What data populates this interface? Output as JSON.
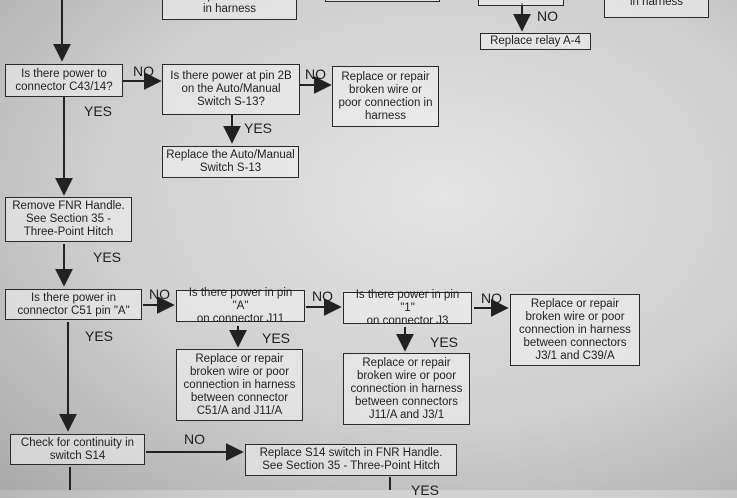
{
  "boxes": {
    "top_partial_left": "wire or poor connection\nin harness",
    "top_partial_right": "in harness",
    "replace_relay": "Replace relay A-4",
    "power_c43": "Is there power to\nconnector C43/14?",
    "power_pin_2b": "Is there power at pin 2B\non the Auto/Manual\nSwitch S-13?",
    "repair_harness_1": "Replace or repair\nbroken wire or\npoor connection in\nharness",
    "replace_auto_manual": "Replace the Auto/Manual\nSwitch S-13",
    "remove_fnr": "Remove FNR Handle.\nSee Section 35 -\nThree-Point Hitch",
    "power_c51": "Is there power in\nconnector C51 pin \"A\"",
    "power_pin_a_j11": "Is there power in pin \"A\"\non connector J11",
    "power_pin_1_j3": "Is there power in pin \"1\"\non connector J3",
    "repair_j3_c39": "Replace or repair\nbroken wire or poor\nconnection in harness\nbetween connectors\nJ3/1 and C39/A",
    "repair_c51_j11": "Replace or repair\nbroken wire or poor\nconnection in harness\nbetween connector\nC51/A and J11/A",
    "repair_j11_j3": "Replace or repair\nbroken wire or poor\nconnection in harness\nbetween connectors\nJ11/A and J3/1",
    "continuity_s14": "Check for continuity in\nswitch S14",
    "replace_s14": "Replace S14 switch in FNR Handle.\nSee Section 35 - Three-Point Hitch"
  },
  "labels": {
    "no": "NO",
    "yes": "YES",
    "yes_partial": "YES"
  }
}
